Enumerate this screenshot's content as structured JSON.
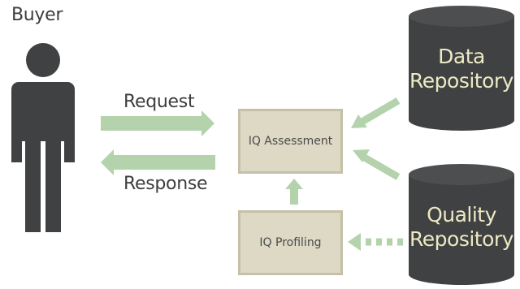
{
  "buyer": {
    "label": "Buyer"
  },
  "flows": {
    "request": "Request",
    "response": "Response"
  },
  "boxes": {
    "assessment": "IQ Assessment",
    "profiling": "IQ Profiling"
  },
  "repositories": {
    "data": [
      "Data",
      "Repository"
    ],
    "quality": [
      "Quality",
      "Repository"
    ]
  },
  "colors": {
    "arrow": "#b4d3ad",
    "box_fill": "#ddd9c5",
    "box_border": "#c5c0a7",
    "cylinder": "#3f4142",
    "cylinder_text": "#eeeac4",
    "figure": "#3f4142"
  }
}
